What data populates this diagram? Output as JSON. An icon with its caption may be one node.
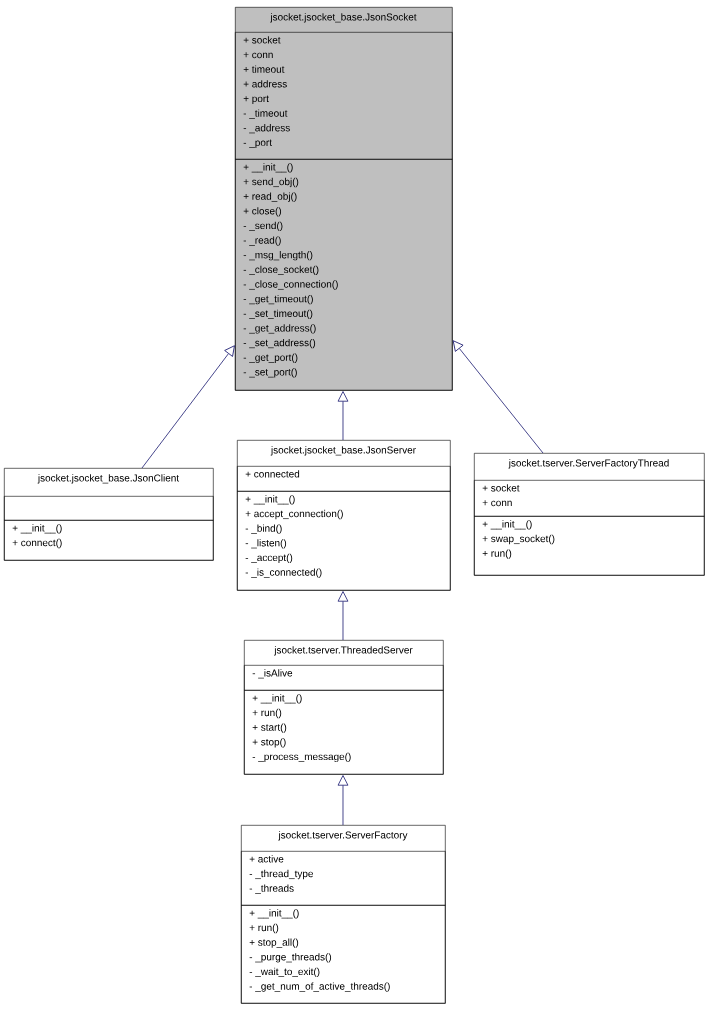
{
  "diagram": {
    "nodes": [
      {
        "text": [
          "jsocket.jsocket_base.JsonSocket"
        ]
      },
      {
        "text": [
          "+ socket",
          "+ conn",
          "+ timeout",
          "+ address",
          "+ port",
          "- _timeout",
          "- _address",
          "- _port"
        ],
        "in": 0
      },
      {
        "text": [
          "+ __init__()",
          "+ send_obj()",
          "+ read_obj()",
          "+ close()",
          "- _send()",
          "- _read()",
          "- _msg_length()",
          "- _close_socket()",
          "- _close_connection()",
          "- _get_timeout()",
          "- _set_timeout()",
          "- _get_address()",
          "- _set_address()",
          "- _get_port()",
          "- _set_port()"
        ],
        "in": 0
      },
      {
        "text": [
          "jsocket.jsocket_base.JsonClient"
        ]
      },
      {
        "text": [],
        "shape": "box",
        "in": 3
      },
      {
        "text": [
          "+ __init__()",
          "+ connect()"
        ],
        "in": 3
      },
      {
        "text": [
          "jsocket.jsocket_base.JsonServer"
        ]
      },
      {
        "text": [
          "+ connected"
        ],
        "in": 6
      },
      {
        "text": [
          "+ __init__()",
          "+ accept_connection()",
          "- _bind()",
          "- _listen()",
          "- _accept()",
          "- _is_connected()"
        ],
        "in": 6
      },
      {
        "text": [
          "jsocket.tserver.ServerFactoryThread"
        ]
      },
      {
        "text": [
          "+ socket",
          "+ conn"
        ],
        "in": 9
      },
      {
        "text": [
          "+ __init__()",
          "+ swap_socket()",
          "+ run()"
        ],
        "in": 9
      },
      {
        "text": [
          "jsocket.tserver.ThreadedServer"
        ]
      },
      {
        "text": [
          "- _isAlive"
        ],
        "in": 12
      },
      {
        "text": [
          "+ __init__()",
          "+ run()",
          "+ start()",
          "+ stop()",
          "- _process_message()"
        ],
        "in": 12
      },
      {
        "text": [
          "jsocket.tserver.ServerFactory"
        ]
      },
      {
        "text": [
          "+ active",
          "- _thread_type",
          "- _threads"
        ],
        "in": 15
      },
      {
        "text": [
          "+ __init__()",
          "+ run()",
          "+ stop_all()",
          "- _purge_threads()",
          "- _wait_to_exit()",
          "- _get_num_of_active_threads()"
        ],
        "in": 15
      }
    ],
    "edges": [
      {
        "from": 3,
        "to": 0,
        "arrow": "to"
      },
      {
        "from": 6,
        "to": 0,
        "arrow": "to"
      },
      {
        "from": 9,
        "to": 0,
        "arrow": "to"
      },
      {
        "from": 12,
        "to": 6,
        "arrow": "to"
      },
      {
        "from": 15,
        "to": 12,
        "arrow": "to"
      }
    ]
  }
}
